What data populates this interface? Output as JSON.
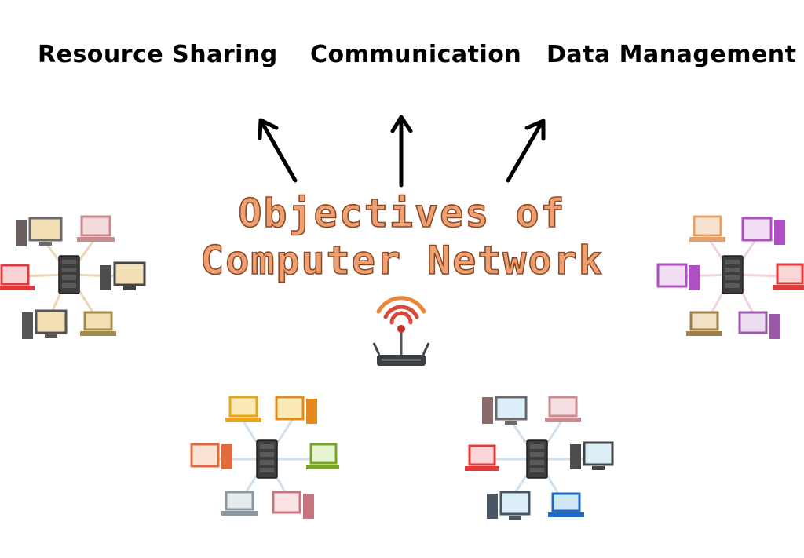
{
  "labels": {
    "resource_sharing": "Resource Sharing",
    "communication": "Communication",
    "data_management": "Data Management"
  },
  "title": {
    "line1": "Objectives of",
    "line2": "Computer Network"
  },
  "colors": {
    "title_fill": "#f0a070",
    "title_stroke": "#8a4a28",
    "arrow": "#000000",
    "router_body": "#3a3f46",
    "wifi_red": "#d9483b",
    "wifi_orange": "#e8873a"
  },
  "icons": {
    "router": "wifi-router-icon",
    "network": "network-topology-icon"
  }
}
